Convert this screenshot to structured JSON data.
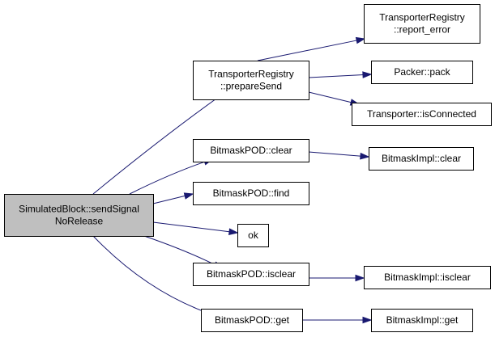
{
  "graph": {
    "nodes": [
      {
        "id": "root",
        "lines": [
          "SimulatedBlock::sendSignal",
          "NoRelease"
        ],
        "root": true
      },
      {
        "id": "prepareSend",
        "lines": [
          "TransporterRegistry",
          "::prepareSend"
        ]
      },
      {
        "id": "report_error",
        "lines": [
          "TransporterRegistry",
          "::report_error"
        ]
      },
      {
        "id": "pack",
        "lines": [
          "Packer::pack"
        ]
      },
      {
        "id": "isConnected",
        "lines": [
          "Transporter::isConnected"
        ]
      },
      {
        "id": "bpClear",
        "lines": [
          "BitmaskPOD::clear"
        ]
      },
      {
        "id": "biClear",
        "lines": [
          "BitmaskImpl::clear"
        ]
      },
      {
        "id": "bpFind",
        "lines": [
          "BitmaskPOD::find"
        ]
      },
      {
        "id": "ok",
        "lines": [
          "ok"
        ]
      },
      {
        "id": "bpIsclear",
        "lines": [
          "BitmaskPOD::isclear"
        ]
      },
      {
        "id": "biIsclear",
        "lines": [
          "BitmaskImpl::isclear"
        ]
      },
      {
        "id": "bpGet",
        "lines": [
          "BitmaskPOD::get"
        ]
      },
      {
        "id": "biGet",
        "lines": [
          "BitmaskImpl::get"
        ]
      }
    ],
    "edges": [
      {
        "from": "root",
        "to": "prepareSend"
      },
      {
        "from": "root",
        "to": "bpClear"
      },
      {
        "from": "root",
        "to": "bpFind"
      },
      {
        "from": "root",
        "to": "ok"
      },
      {
        "from": "root",
        "to": "bpIsclear"
      },
      {
        "from": "root",
        "to": "bpGet"
      },
      {
        "from": "prepareSend",
        "to": "report_error"
      },
      {
        "from": "prepareSend",
        "to": "pack"
      },
      {
        "from": "prepareSend",
        "to": "isConnected"
      },
      {
        "from": "bpClear",
        "to": "biClear"
      },
      {
        "from": "bpIsclear",
        "to": "biIsclear"
      },
      {
        "from": "bpGet",
        "to": "biGet"
      }
    ],
    "colors": {
      "edge": "#191970",
      "root_fill": "#bfbfbf",
      "node_fill": "#ffffff",
      "border": "#000000"
    }
  }
}
